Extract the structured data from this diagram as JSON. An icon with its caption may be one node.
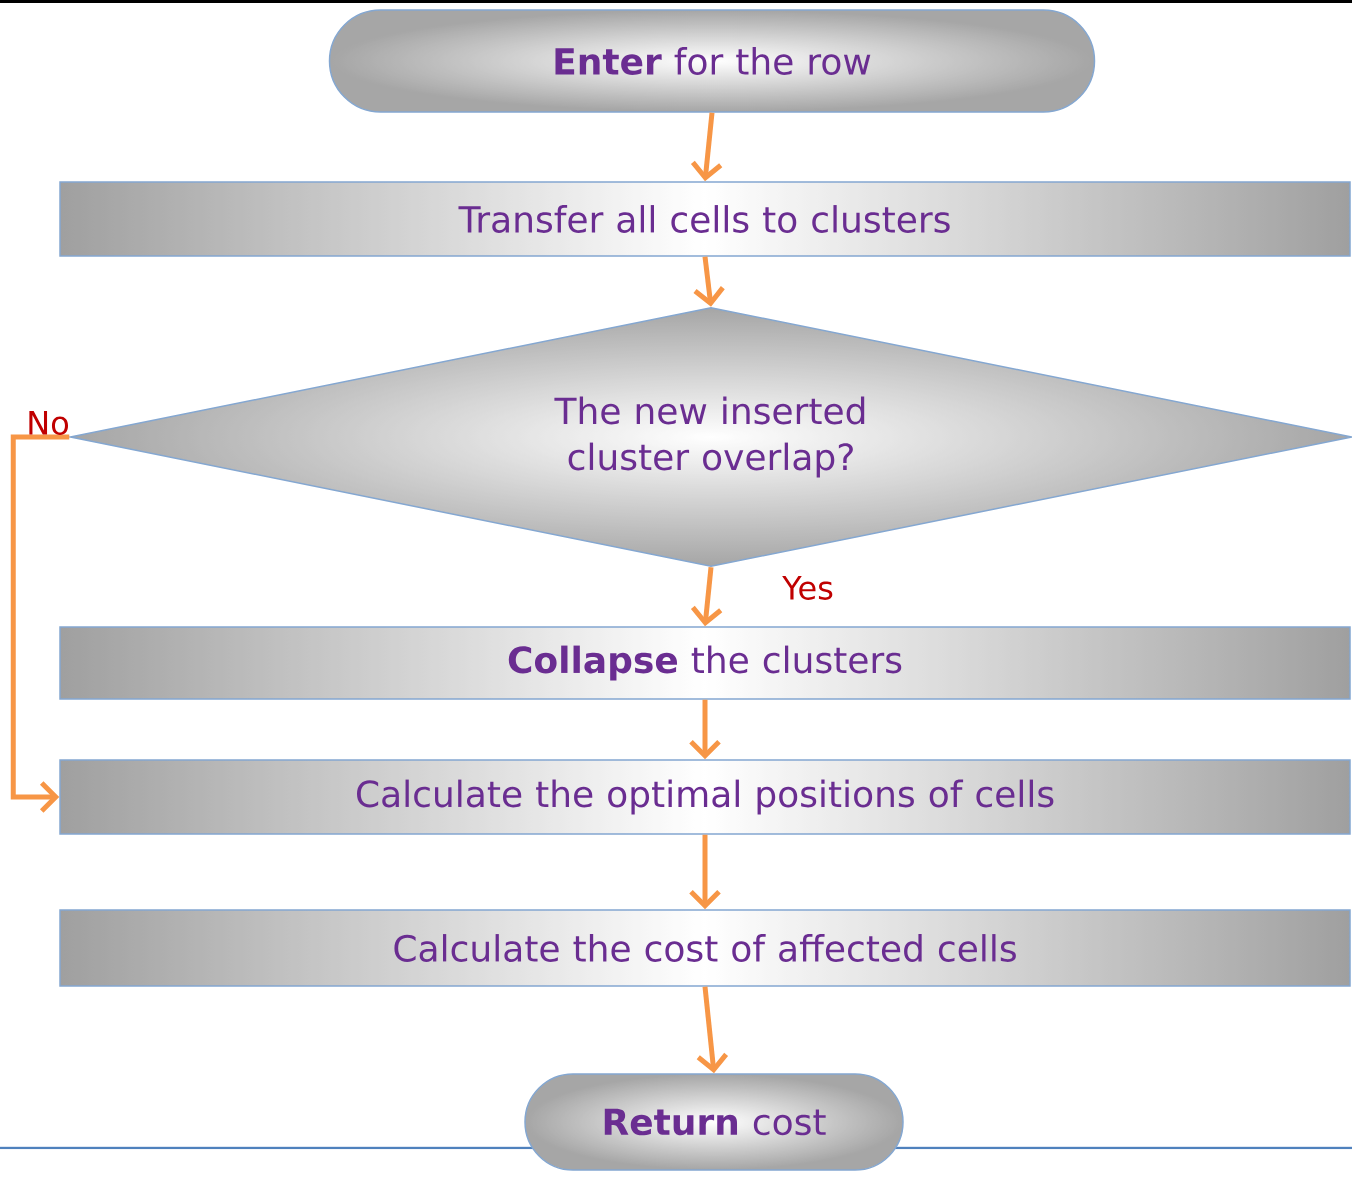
{
  "diagram": {
    "nodes": [
      {
        "text": [
          "**Enter** for the row"
        ]
      },
      {
        "text": [
          "Transfer all cells to clusters"
        ]
      },
      {
        "text": [
          "The new inserted cluster overlap?"
        ]
      },
      {
        "text": [
          "**Collapse** the clusters"
        ]
      },
      {
        "text": [
          "Calculate the optimal positions of cells"
        ]
      },
      {
        "text": [
          "Calculate the cost of affected cells"
        ]
      },
      {
        "text": [
          "**Return** cost"
        ]
      }
    ],
    "edges": [
      {
        "from": 0,
        "to": 1,
        "arrow": "to"
      },
      {
        "from": 1,
        "to": 2,
        "arrow": "to"
      },
      {
        "from": 2,
        "to": 3,
        "arrow": "to",
        "label": "Yes"
      },
      {
        "from": 3,
        "to": 4,
        "arrow": "to"
      },
      {
        "from": 2,
        "to": 4,
        "arrow": "to",
        "label": "No"
      },
      {
        "from": 4,
        "to": 5,
        "arrow": "to"
      },
      {
        "from": 5,
        "to": 6,
        "arrow": "to"
      }
    ]
  }
}
